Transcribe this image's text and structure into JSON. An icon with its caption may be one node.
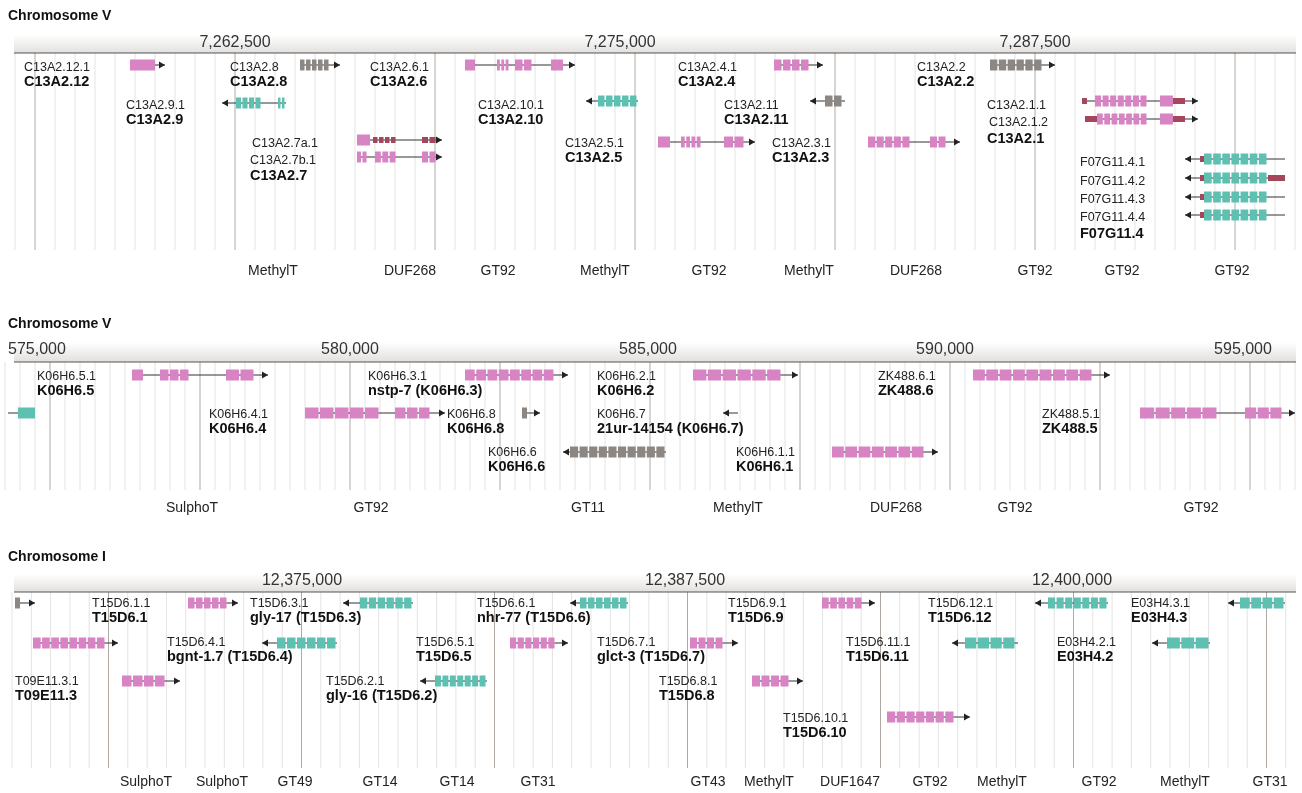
{
  "diagram": {
    "labels": [
      "Chromosome V",
      "7,262,500",
      "7,275,000",
      "7,287,500",
      "C13A2.12.1",
      "C13A2.12",
      "C13A2.8",
      "C13A2.8",
      "C13A2.6.1",
      "C13A2.6",
      "C13A2.4.1",
      "C13A2.4",
      "C13A2.2",
      "C13A2.2",
      "C13A2.9.1",
      "C13A2.9",
      "C13A2.10.1",
      "C13A2.10",
      "C13A2.11",
      "C13A2.11",
      "C13A2.1.1",
      "C13A2.1.2",
      "C13A2.7a.1",
      "C13A2.5.1",
      "C13A2.3.1",
      "C13A2.1",
      "C13A2.7b.1",
      "C13A2.5",
      "C13A2.3",
      "C13A2.7",
      "F07G11.4.1",
      "F07G11.4.2",
      "F07G11.4.3",
      "F07G11.4.4",
      "F07G11.4",
      "MethylT",
      "DUF268",
      "GT92",
      "MethylT",
      "GT92",
      "MethylT",
      "DUF268",
      "GT92",
      "GT92",
      "GT92",
      "Chromosome V",
      "575,000",
      "580,000",
      "585,000",
      "590,000",
      "595,000",
      "K06H6.5.1",
      "K06H6.5",
      "K06H6.3.1",
      "nstp-7 (K06H6.3)",
      "K06H6.2.1",
      "K06H6.2",
      "ZK488.6.1",
      "ZK488.6",
      "K06H6.4.1",
      "K06H6.4",
      "K06H6.8",
      "K06H6.8",
      "K06H6.7",
      "21ur-14154 (K06H6.7)",
      "ZK488.5.1",
      "ZK488.5",
      "K06H6.6",
      "K06H6.6",
      "K06H6.1.1",
      "K06H6.1",
      "SulphoT",
      "GT92",
      "GT11",
      "MethylT",
      "DUF268",
      "GT92",
      "GT92",
      "Chromosome I",
      "12,375,000",
      "12,387,500",
      "12,400,000",
      "T15D6.1.1",
      "T15D6.1",
      "T15D6.3.1",
      "gly-17 (T15D6.3)",
      "T15D6.6.1",
      "nhr-77 (T15D6.6)",
      "T15D6.9.1",
      "T15D6.9",
      "T15D6.12.1",
      "T15D6.12",
      "E03H4.3.1",
      "E03H4.3",
      "T15D6.4.1",
      "bgnt-1.7 (T15D6.4)",
      "T15D6.5.1",
      "T15D6.5",
      "T15D6.7.1",
      "glct-3 (T15D6.7)",
      "T15D6.11.1",
      "T15D6.11",
      "E03H4.2.1",
      "E03H4.2",
      "T09E11.3.1",
      "T09E11.3",
      "T15D6.2.1",
      "gly-16 (T15D6.2)",
      "T15D6.8.1",
      "T15D6.8",
      "T15D6.10.1",
      "T15D6.10",
      "SulphoT",
      "SulphoT",
      "GT49",
      "GT14",
      "GT14",
      "GT31",
      "GT43",
      "MethylT",
      "DUF1647",
      "GT92",
      "MethylT",
      "GT92",
      "MethylT",
      "GT31"
    ]
  }
}
